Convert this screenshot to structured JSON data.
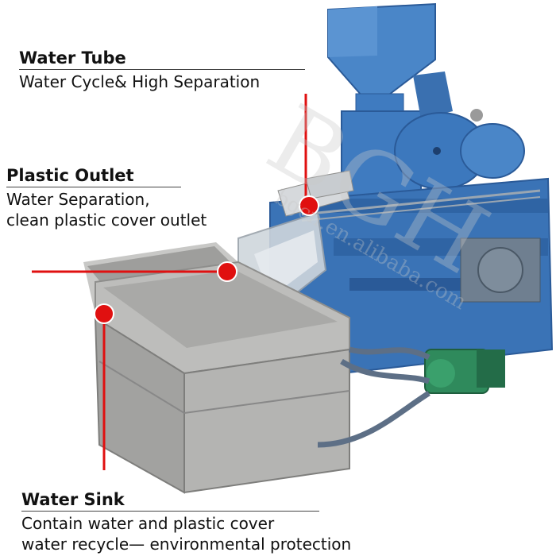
{
  "callouts": {
    "water_tube": {
      "title": "Water Tube",
      "lines": [
        "Water Cycle& High Separation"
      ]
    },
    "plastic_outlet": {
      "title": "Plastic Outlet",
      "lines": [
        "Water Separation,",
        "clean plastic cover outlet"
      ]
    },
    "water_sink": {
      "title": "Water Sink",
      "lines": [
        "Contain water and plastic cover",
        "water recycle— environmental protection"
      ]
    }
  },
  "watermark": {
    "logo": "BGH",
    "url": "bgcn.en.alibaba.com"
  },
  "colors": {
    "machine_blue": "#3f7bc0",
    "machine_blue_dark": "#2a5a98",
    "steel": "#b6b6b4",
    "steel_dark": "#8e8e8c",
    "callout_red": "#e01010",
    "pump_green": "#2f8a5c"
  }
}
